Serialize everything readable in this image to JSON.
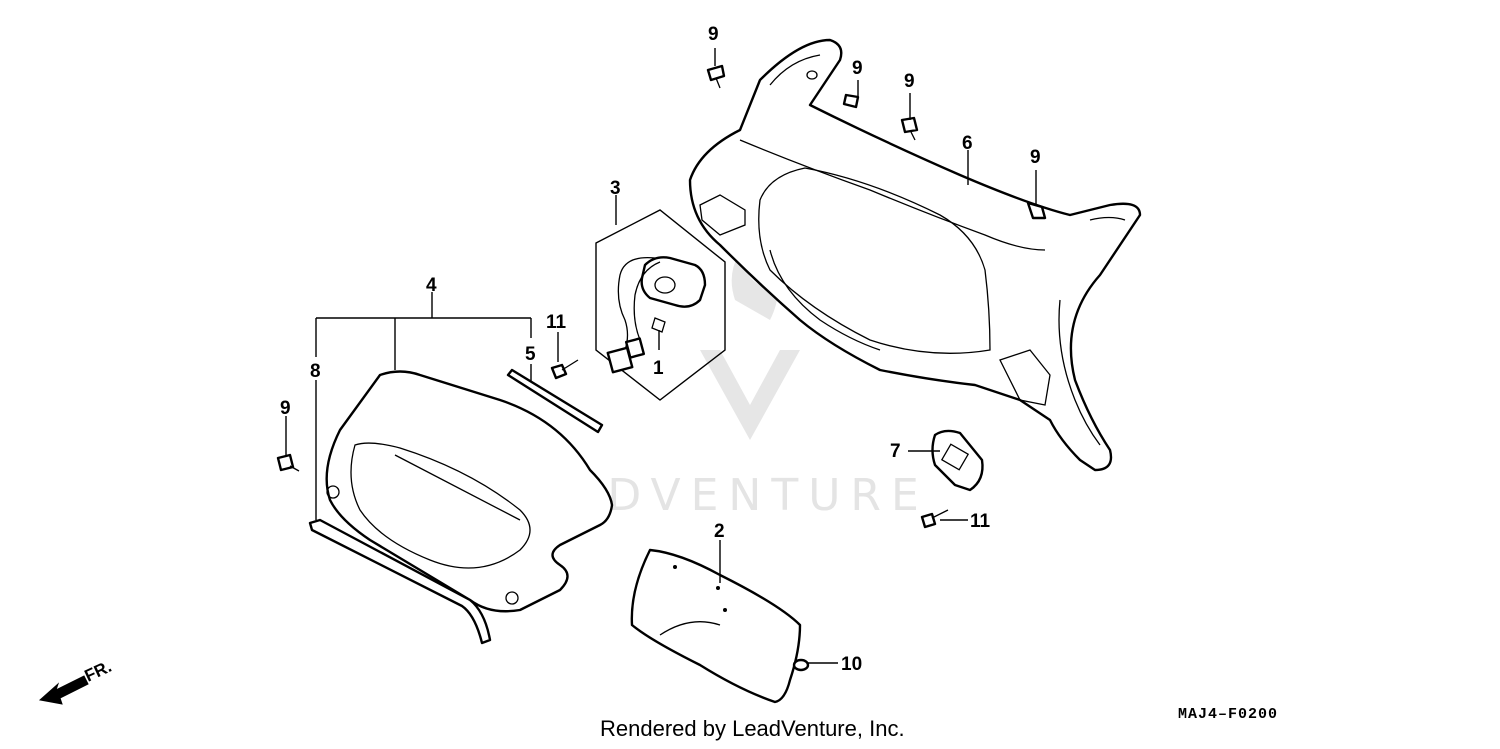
{
  "diagram": {
    "callouts": {
      "c1": "1",
      "c2": "2",
      "c3": "3",
      "c4": "4",
      "c5": "5",
      "c6": "6",
      "c7": "7",
      "c8": "8",
      "c9a": "9",
      "c9b": "9",
      "c9c": "9",
      "c9d": "9",
      "c9e": "9",
      "c10": "10",
      "c11a": "11",
      "c11b": "11"
    },
    "direction_label": "FR.",
    "watermark_text": "LEADVENTURE",
    "diagram_code": "MAJ4–F0200",
    "credit": "Rendered by LeadVenture, Inc."
  }
}
